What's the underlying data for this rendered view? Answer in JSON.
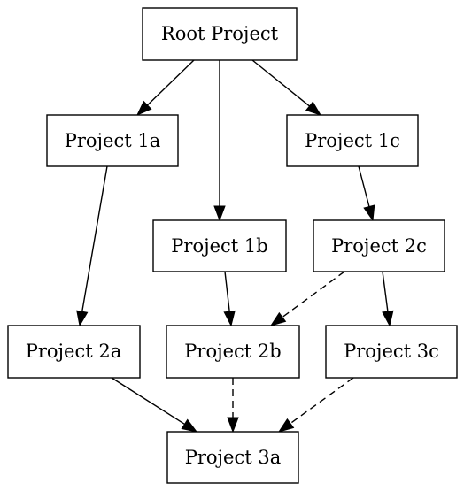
{
  "diagram": {
    "nodes": [
      {
        "id": "root",
        "label": "Root Project"
      },
      {
        "id": "p1a",
        "label": "Project 1a"
      },
      {
        "id": "p1b",
        "label": "Project 1b"
      },
      {
        "id": "p1c",
        "label": "Project 1c"
      },
      {
        "id": "p2a",
        "label": "Project 2a"
      },
      {
        "id": "p2b",
        "label": "Project 2b"
      },
      {
        "id": "p2c",
        "label": "Project 2c"
      },
      {
        "id": "p3a",
        "label": "Project 3a"
      },
      {
        "id": "p3c",
        "label": "Project 3c"
      }
    ],
    "edges": [
      {
        "from": "root",
        "to": "p1a",
        "style": "solid"
      },
      {
        "from": "root",
        "to": "p1b",
        "style": "solid"
      },
      {
        "from": "root",
        "to": "p1c",
        "style": "solid"
      },
      {
        "from": "p1a",
        "to": "p2a",
        "style": "solid"
      },
      {
        "from": "p1b",
        "to": "p2b",
        "style": "solid"
      },
      {
        "from": "p1c",
        "to": "p2c",
        "style": "solid"
      },
      {
        "from": "p2c",
        "to": "p2b",
        "style": "dashed"
      },
      {
        "from": "p2c",
        "to": "p3c",
        "style": "solid"
      },
      {
        "from": "p2a",
        "to": "p3a",
        "style": "solid"
      },
      {
        "from": "p2b",
        "to": "p3a",
        "style": "dashed"
      },
      {
        "from": "p3c",
        "to": "p3a",
        "style": "dashed"
      }
    ]
  }
}
